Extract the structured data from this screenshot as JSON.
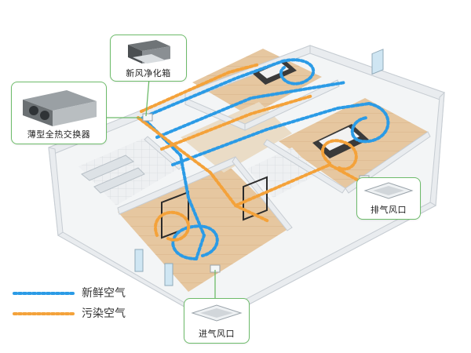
{
  "labels": {
    "fresh_air_purifier": "新风净化箱",
    "heat_exchanger": "薄型全热交换器",
    "exhaust_vent": "排气风口",
    "intake_vent": "进气风口"
  },
  "legend": {
    "fresh_air": "新鲜空气",
    "polluted_air": "污染空气"
  },
  "colors": {
    "fresh_air": "#2b9be6",
    "polluted_air": "#f4a23a",
    "callout_border": "#6dbb6a",
    "floor": "#e3c39c",
    "wall": "#e9ecef"
  },
  "icons": {
    "exchanger": "heat-exchanger-unit",
    "purifier": "purifier-box",
    "vent": "ceiling-vent"
  }
}
